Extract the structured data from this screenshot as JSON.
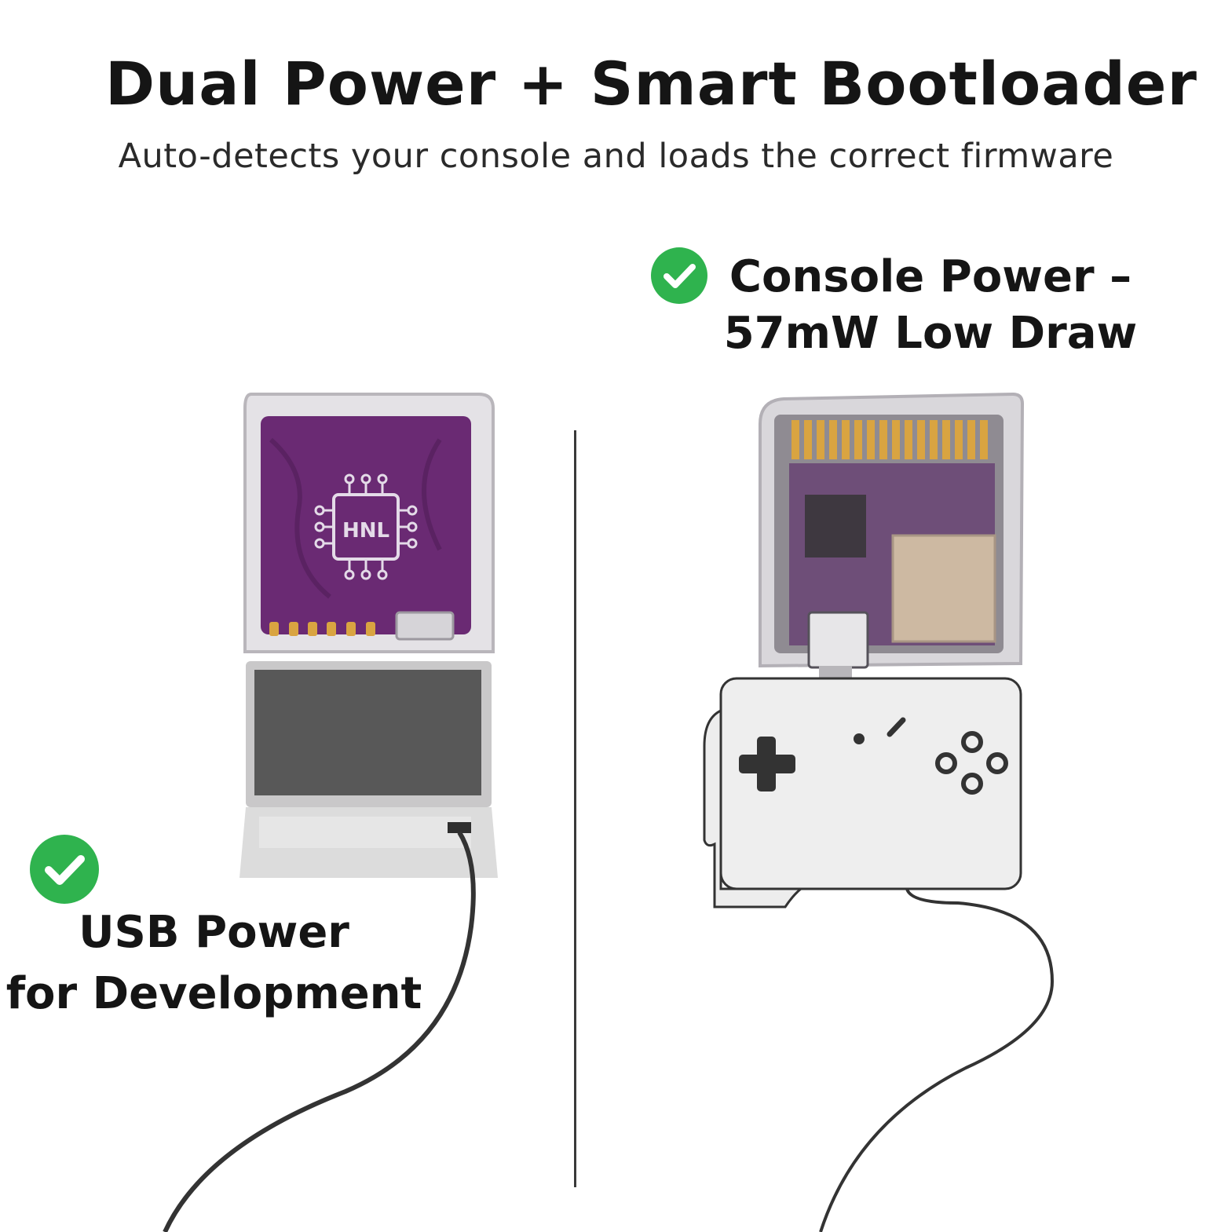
{
  "header": {
    "title": "Dual Power + Smart Bootloader",
    "subtitle": "Auto-detects your console and loads the correct firmware"
  },
  "right_panel": {
    "line1": "Console Power –",
    "line2": "57mW Low Draw"
  },
  "left_panel": {
    "line1": "USB Power",
    "line2": "for Development"
  },
  "cartridge_left": {
    "chip_label": "HNL"
  },
  "colors": {
    "check_green": "#2fb34e",
    "pcb_purple": "#6a2a73",
    "gold_pins": "#d9a441"
  }
}
